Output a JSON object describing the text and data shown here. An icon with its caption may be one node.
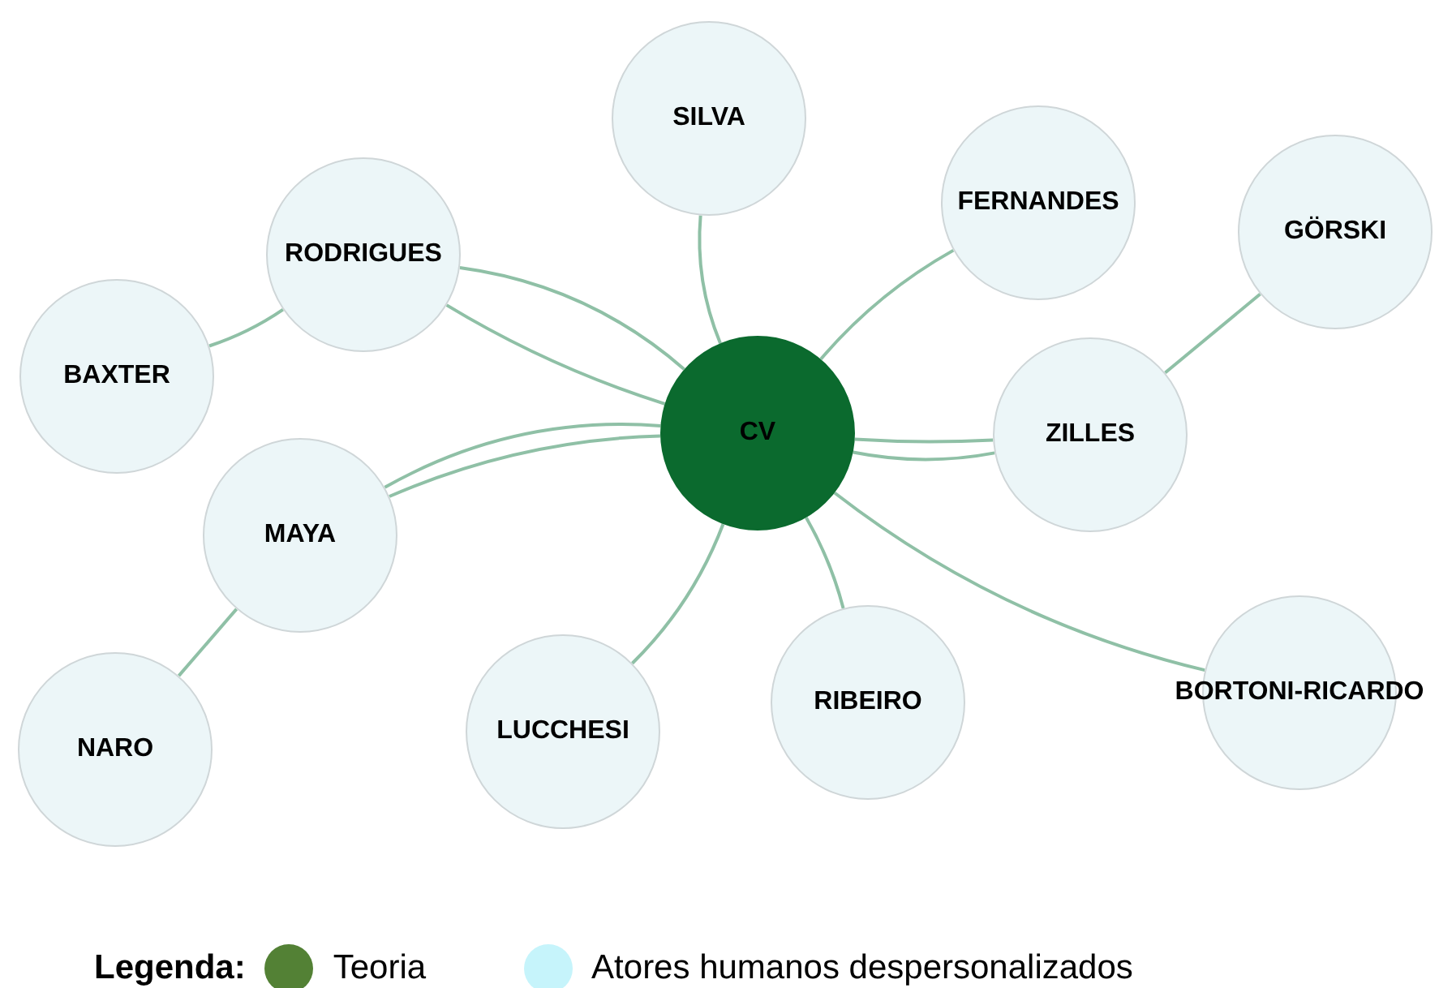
{
  "diagram": {
    "nodes": [
      {
        "text": [
          "SILVA"
        ]
      },
      {
        "text": [
          "FERNANDES"
        ]
      },
      {
        "text": [
          "GÖRSKI"
        ]
      },
      {
        "text": [
          "RODRIGUES"
        ]
      },
      {
        "text": [
          "BAXTER"
        ]
      },
      {
        "text": [
          "CV"
        ]
      },
      {
        "text": [
          "ZILLES"
        ]
      },
      {
        "text": [
          "MAYA"
        ]
      },
      {
        "text": [
          "NARO"
        ]
      },
      {
        "text": [
          "LUCCHESI"
        ]
      },
      {
        "text": [
          "RIBEIRO"
        ]
      },
      {
        "text": [
          "BORTONI-RICARDO"
        ]
      }
    ],
    "edges": [
      {
        "from": 5,
        "to": 0,
        "arrow": "none"
      },
      {
        "from": 5,
        "to": 1,
        "arrow": "none"
      },
      {
        "from": 5,
        "to": 6,
        "arrow": "none"
      },
      {
        "from": 5,
        "to": 6,
        "arrow": "none"
      },
      {
        "from": 6,
        "to": 2,
        "arrow": "none"
      },
      {
        "from": 5,
        "to": 3,
        "arrow": "none"
      },
      {
        "from": 5,
        "to": 3,
        "arrow": "none"
      },
      {
        "from": 3,
        "to": 4,
        "arrow": "none"
      },
      {
        "from": 5,
        "to": 7,
        "arrow": "none"
      },
      {
        "from": 5,
        "to": 7,
        "arrow": "none"
      },
      {
        "from": 7,
        "to": 8,
        "arrow": "none"
      },
      {
        "from": 5,
        "to": 9,
        "arrow": "none"
      },
      {
        "from": 5,
        "to": 10,
        "arrow": "none"
      },
      {
        "from": 5,
        "to": 11,
        "arrow": "none"
      }
    ],
    "labels": [
      "Legenda:"
    ],
    "legend": [
      {
        "text": "Teoria",
        "color": "#538135"
      },
      {
        "text": "Atores humanos despersonalizados",
        "color": "#c6f4fb"
      }
    ]
  }
}
